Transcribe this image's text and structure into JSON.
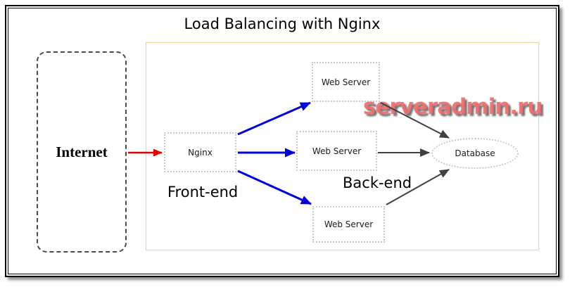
{
  "title": "Load Balancing with Nginx",
  "watermark": "serveradmin.ru",
  "zones": {
    "front_end_label": "Front-end",
    "back_end_label": "Back-end"
  },
  "nodes": {
    "internet": {
      "label": "Internet"
    },
    "nginx": {
      "label": "Nginx"
    },
    "web_server_top": {
      "label": "Web Server"
    },
    "web_server_middle": {
      "label": "Web Server"
    },
    "web_server_bottom": {
      "label": "Web Server"
    },
    "database": {
      "label": "Database"
    }
  },
  "edges": [
    {
      "from": "internet",
      "to": "nginx",
      "color": "#e60000"
    },
    {
      "from": "nginx",
      "to": "web_server_top",
      "color": "#0000dd"
    },
    {
      "from": "nginx",
      "to": "web_server_middle",
      "color": "#0000dd"
    },
    {
      "from": "nginx",
      "to": "web_server_bottom",
      "color": "#0000dd"
    },
    {
      "from": "web_server_top",
      "to": "database",
      "color": "#404040"
    },
    {
      "from": "web_server_middle",
      "to": "database",
      "color": "#404040"
    },
    {
      "from": "web_server_bottom",
      "to": "database",
      "color": "#404040"
    }
  ],
  "colors": {
    "arrow_red": "#e60000",
    "arrow_blue": "#0000dd",
    "arrow_dark": "#404040",
    "zone_border": "#f8d094",
    "node_border": "#c9c9c9",
    "watermark": "#ee6c6c"
  }
}
